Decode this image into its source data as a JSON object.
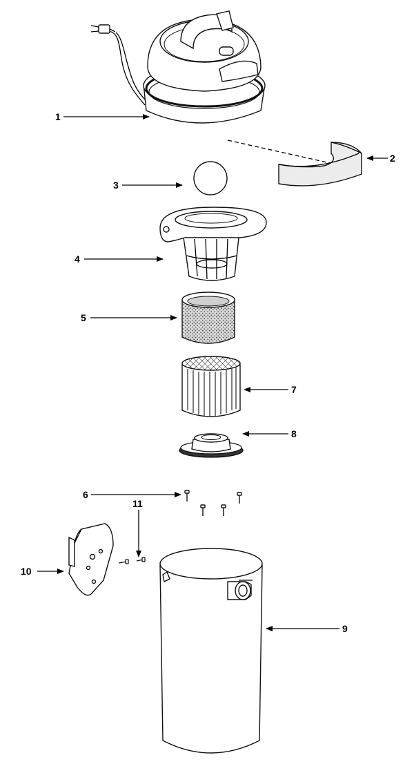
{
  "diagram": {
    "callouts": [
      {
        "id": "1",
        "label": "1"
      },
      {
        "id": "2",
        "label": "2"
      },
      {
        "id": "3",
        "label": "3"
      },
      {
        "id": "4",
        "label": "4"
      },
      {
        "id": "5",
        "label": "5"
      },
      {
        "id": "6",
        "label": "6"
      },
      {
        "id": "7",
        "label": "7"
      },
      {
        "id": "8",
        "label": "8"
      },
      {
        "id": "9",
        "label": "9"
      },
      {
        "id": "10",
        "label": "10"
      },
      {
        "id": "11",
        "label": "11"
      }
    ],
    "colors": {
      "stroke": "#111111",
      "background": "#ffffff",
      "filter_texture": "#555555",
      "foam_fill": "#e6e6e6"
    }
  }
}
